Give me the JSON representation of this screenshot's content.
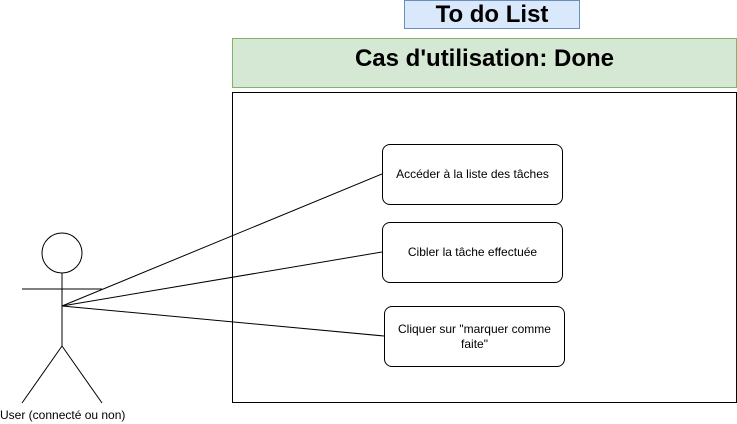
{
  "diagram": {
    "title": "To do List",
    "usecase_header": "Cas d'utilisation: Done",
    "actor": {
      "label": "User (connecté ou non)",
      "icon": "stick-figure"
    },
    "use_cases": [
      {
        "label": "Accéder à la liste des tâches"
      },
      {
        "label": "Cibler la tâche effectuée"
      },
      {
        "label": "Cliquer sur \"marquer comme faite\""
      }
    ],
    "colors": {
      "title_fill": "#dae8fc",
      "title_stroke": "#6c8ebf",
      "header_fill": "#d5e8d4",
      "header_stroke": "#82b366"
    }
  }
}
